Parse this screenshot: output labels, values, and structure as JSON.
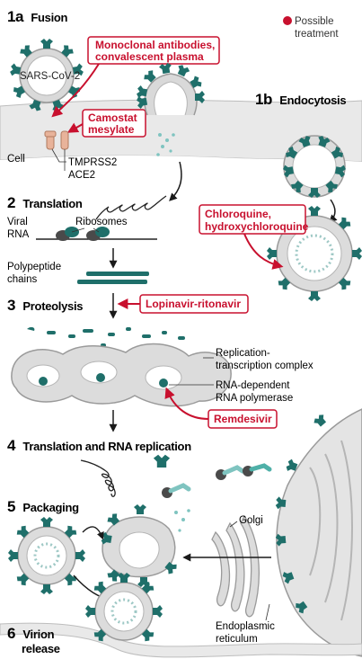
{
  "legend": {
    "label_line1": "Possible",
    "label_line2": "treatment",
    "dot_color": "#c8102e"
  },
  "steps": {
    "s1a": {
      "num": "1a",
      "title": "Fusion"
    },
    "s1b": {
      "num": "1b",
      "title": "Endocytosis"
    },
    "s2": {
      "num": "2",
      "title": "Translation"
    },
    "s3": {
      "num": "3",
      "title": "Proteolysis"
    },
    "s4": {
      "num": "4",
      "title": "Translation and RNA replication"
    },
    "s5": {
      "num": "5",
      "title": "Packaging"
    },
    "s6": {
      "num": "6",
      "title_line1": "Virion",
      "title_line2": "release"
    }
  },
  "labels": {
    "sars": "SARS-CoV-2",
    "cell": "Cell",
    "tmprss2": "TMPRSS2",
    "ace2": "ACE2",
    "viral_rna_1": "Viral",
    "viral_rna_2": "RNA",
    "ribosomes": "Ribosomes",
    "polypeptide_1": "Polypeptide",
    "polypeptide_2": "chains",
    "rtc_1": "Replication-",
    "rtc_2": "transcription complex",
    "rdrp_1": "RNA-dependent",
    "rdrp_2": "RNA polymerase",
    "golgi": "Golgi",
    "er_1": "Endoplasmic",
    "er_2": "reticulum"
  },
  "treatments": {
    "mab_1": "Monoclonal antibodies,",
    "mab_2": "convalescent plasma",
    "camostat_1": "Camostat",
    "camostat_2": "mesylate",
    "chloro_1": "Chloroquine,",
    "chloro_2": "hydroxychloroquine",
    "lopinavir": "Lopinavir-ritonavir",
    "remdesivir": "Remdesivir"
  },
  "colors": {
    "treatment_red": "#c8102e",
    "virus_teal": "#1f6f6a",
    "virus_teal_light": "#7fc4c0",
    "membrane_gray": "#bdbdbd",
    "membrane_fill": "#e6e6e6",
    "ribosome_gray": "#4a4a4a"
  }
}
